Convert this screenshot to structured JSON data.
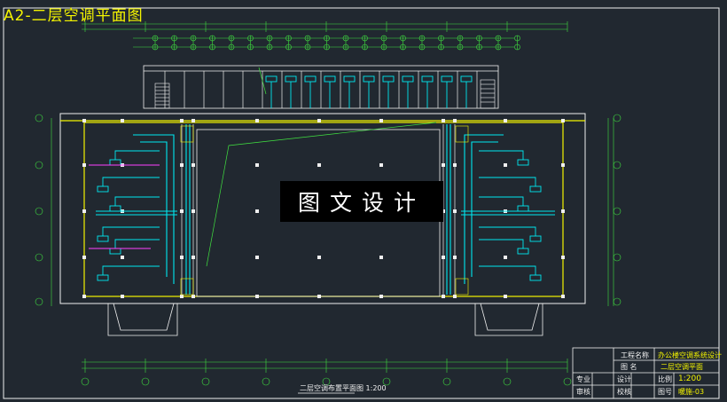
{
  "drawing": {
    "sheet_title": "A2-二层空调平面图",
    "watermark": "图文设计",
    "plan_caption": "二层空调布置平面图 1:200"
  },
  "title_block": {
    "project_label": "工程名称",
    "project_value": "办公楼空调系统设计",
    "drawing_name_label": "图 名",
    "drawing_name_value": "二层空调平面",
    "major_label": "专业",
    "design_label": "设计",
    "scale_label": "比例",
    "scale_value": "1:200",
    "review_label": "审核",
    "check_label": "校核",
    "number_label": "图号",
    "number_value": "暖施-03"
  },
  "colors": {
    "background": "#212830",
    "wall": "#f0f0f0",
    "duct": "#00e8f0",
    "grid": "#40e040",
    "border_yellow": "#f4f400",
    "magenta": "#ff40ff",
    "accent_red": "#ff4040"
  }
}
